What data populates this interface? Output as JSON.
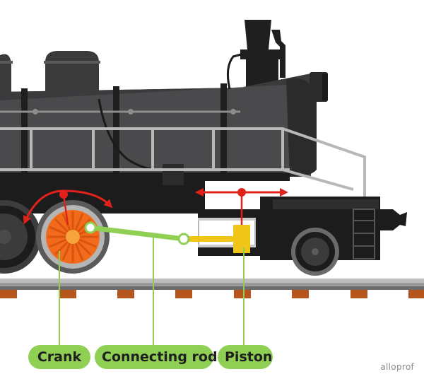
{
  "labels": {
    "crank": "Crank",
    "connecting_rod": "Connecting rod",
    "piston": "Piston"
  },
  "brand": "alloprof",
  "colors": {
    "boiler": "#4a4a4c",
    "boiler_dark": "#2b2b2c",
    "body_black": "#1c1c1c",
    "railing": "#b8b8b8",
    "crank_wheel": "#f26a1b",
    "connecting_rod": "#8fcf53",
    "piston": "#f0c419",
    "arrows": "#e0221b",
    "label_bg": "#8fcf53",
    "rail": "#a9a9a9",
    "ties": "#b5551d"
  },
  "icons": [
    "motion-arrow-icon",
    "pivot-pin-icon"
  ]
}
